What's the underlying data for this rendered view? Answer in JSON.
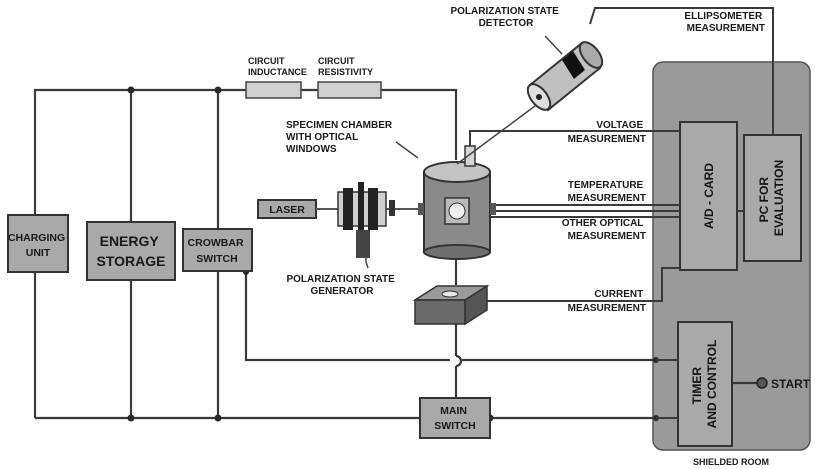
{
  "labels": {
    "polarization_detector": [
      "POLARIZATION STATE",
      "DETECTOR"
    ],
    "ellipsometer": [
      "ELLIPSOMETER",
      "MEASUREMENT"
    ],
    "circuit_inductance": [
      "CIRCUIT",
      "INDUCTANCE"
    ],
    "circuit_resistivity": [
      "CIRCUIT",
      "RESISTIVITY"
    ],
    "specimen_chamber": [
      "SPECIMEN CHAMBER",
      "WITH OPTICAL",
      "WINDOWS"
    ],
    "voltage": [
      "VOLTAGE",
      "MEASUREMENT"
    ],
    "temperature": [
      "TEMPERATURE",
      "MEASUREMENT"
    ],
    "other_optical": [
      "OTHER OPTICAL",
      "MEASUREMENT"
    ],
    "current": [
      "CURRENT",
      "MEASUREMENT"
    ],
    "laser": "LASER",
    "polarization_generator": [
      "POLARIZATION STATE",
      "GENERATOR"
    ],
    "charging_unit": [
      "CHARGING",
      "UNIT"
    ],
    "energy_storage": [
      "ENERGY",
      "STORAGE"
    ],
    "crowbar_switch": [
      "CROWBAR",
      "SWITCH"
    ],
    "main_switch": [
      "MAIN",
      "SWITCH"
    ],
    "ad_card": "A/D - CARD",
    "pc_for_evaluation": [
      "PC FOR",
      "EVALUATION"
    ],
    "timer_control": [
      "TIMER",
      "AND CONTROL"
    ],
    "start": "START",
    "shielded_room": "SHIELDED ROOM"
  },
  "colors": {
    "box_fill": "#a9a9a9",
    "room_fill": "#9a9a9a",
    "line": "#3a3a3a",
    "chamber": "#8a8a8a"
  }
}
